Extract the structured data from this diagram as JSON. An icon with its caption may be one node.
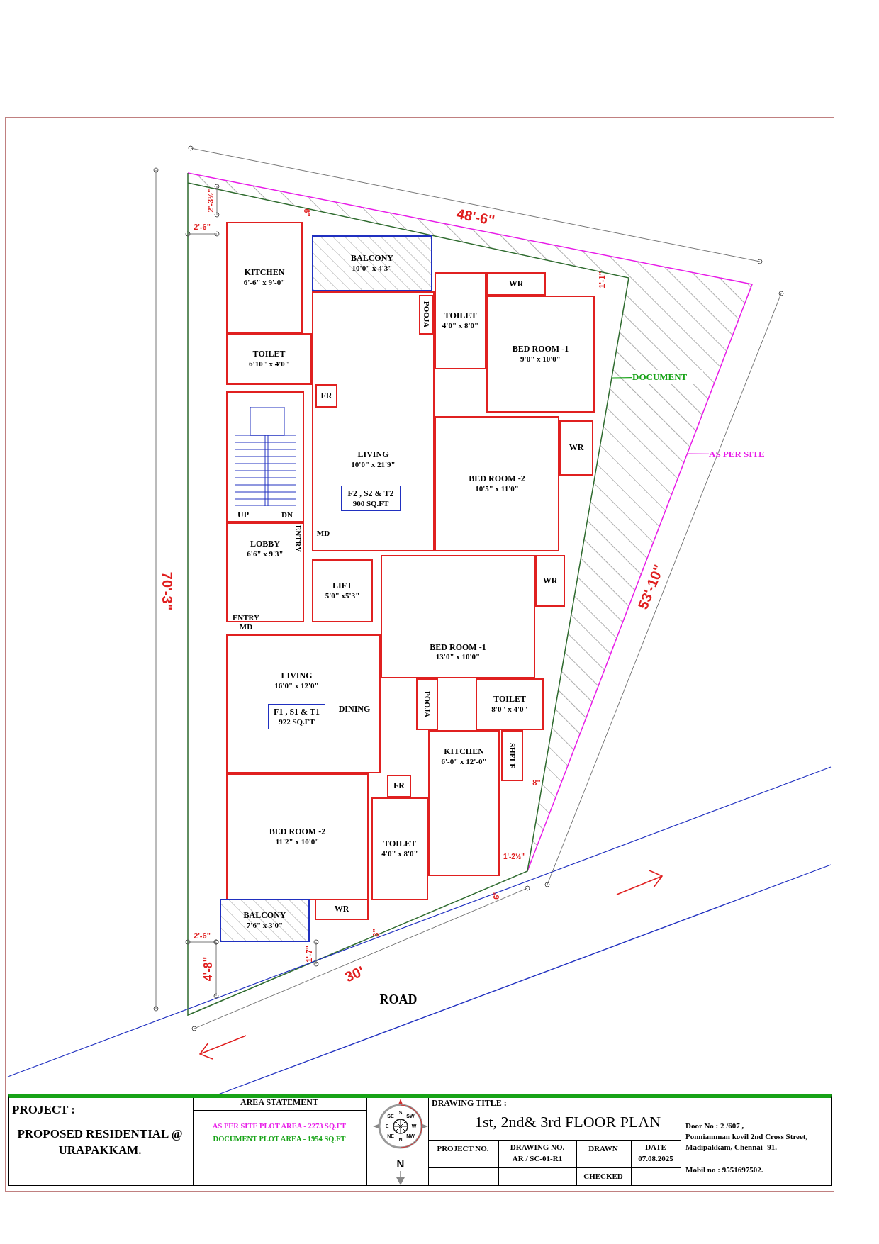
{
  "diagram": {
    "title": "1st, 2nd& 3rd FLOOR PLAN",
    "nodes": [
      {
        "text": [
          "KITCHEN",
          "6'-6\" x 9'-0\""
        ]
      },
      {
        "text": [
          "BALCONY",
          "10'0\" x 4'3\""
        ]
      },
      {
        "text": [
          "TOILET",
          "4'0\" x 8'0\""
        ]
      },
      {
        "text": [
          "WR"
        ]
      },
      {
        "text": [
          "BED ROOM -1",
          "9'0\" x 10'0\""
        ]
      },
      {
        "text": [
          "TOILET",
          "6'10\" x 4'0\""
        ]
      },
      {
        "text": [
          "LIVING",
          "10'0\" x 21'9\""
        ]
      },
      {
        "text": [
          "POOJA"
        ],
        "in": 6
      },
      {
        "text": [
          "FR"
        ],
        "in": 6
      },
      {
        "text": [
          "F2 , S2 & T2",
          "900 SQ.FT"
        ],
        "in": 6
      },
      {
        "text": [
          "BED ROOM -2",
          "10'5\" x 11'0\""
        ]
      },
      {
        "text": [
          "WR"
        ]
      },
      {
        "text": [
          "UP",
          "DN"
        ]
      },
      {
        "text": [
          "LOBBY",
          "6'6\" x 9'3\""
        ]
      },
      {
        "text": [
          "LIFT",
          "5'0\" x5'3\""
        ]
      },
      {
        "text": [
          "BED ROOM -1",
          "13'0\" x 10'0\""
        ]
      },
      {
        "text": [
          "WR"
        ]
      },
      {
        "text": [
          "LIVING",
          "16'0\" x 12'0\""
        ]
      },
      {
        "text": [
          "F1 , S1 & T1",
          "922 SQ.FT"
        ],
        "in": 17
      },
      {
        "text": [
          "POOJA"
        ]
      },
      {
        "text": [
          "TOILET",
          "8'0\" x 4'0\""
        ]
      },
      {
        "text": [
          "KITCHEN",
          "6'-0\" x 12'-0\""
        ]
      },
      {
        "text": [
          "SHELF"
        ]
      },
      {
        "text": [
          "BED ROOM -2",
          "11'2\" x 10'0\""
        ]
      },
      {
        "text": [
          "FR"
        ]
      },
      {
        "text": [
          "TOILET",
          "4'0\" x 8'0\""
        ]
      },
      {
        "text": [
          "BALCONY",
          "7'6\" x 3'0\""
        ]
      },
      {
        "text": [
          "WR"
        ]
      },
      {
        "text": [
          "DOCUMENT"
        ]
      },
      {
        "text": [
          "AS PER SITE"
        ]
      }
    ],
    "edges": [
      {
        "from": 28,
        "to": null,
        "arrow": "none",
        "color": "#17a317"
      },
      {
        "from": 29,
        "to": null,
        "arrow": "none",
        "color": "#e81ce8"
      }
    ],
    "labels": [
      "48'-6\"",
      "2'-3½\"",
      "6\"",
      "2'-6\"",
      "1'-1\"",
      "ENTRY",
      "MD",
      "70'-3\"",
      "53'-10\"",
      "ENTRY",
      "MD",
      "DINING",
      "8\"",
      "1'-2½\"",
      "6\"",
      "2'-6\"",
      "3\"",
      "1'-7\"",
      "30'",
      "4'-8\"",
      "ROAD",
      "PROJECT :",
      "PROPOSED RESIDENTIAL @ URAPAKKAM.",
      "AREA STATEMENT",
      "AS PER SITE PLOT AREA - 2273 SQ.FT",
      "DOCUMENT PLOT AREA - 1954 SQ.FT",
      "S",
      "SW",
      "W",
      "NW",
      "N",
      "NE",
      "E",
      "SE",
      "N",
      "DRAWING TITLE :",
      "PROJECT NO.",
      "DRAWING NO.",
      "AR / SC-01-R1",
      "DRAWN",
      "DATE",
      "07.08.2025",
      "CHECKED",
      "Door No : 2 /607 ,",
      "Ponniamman kovil 2nd Cross Street,",
      "Madipakkam, Chennai -91.",
      "Mobil no : 9551697502."
    ]
  }
}
